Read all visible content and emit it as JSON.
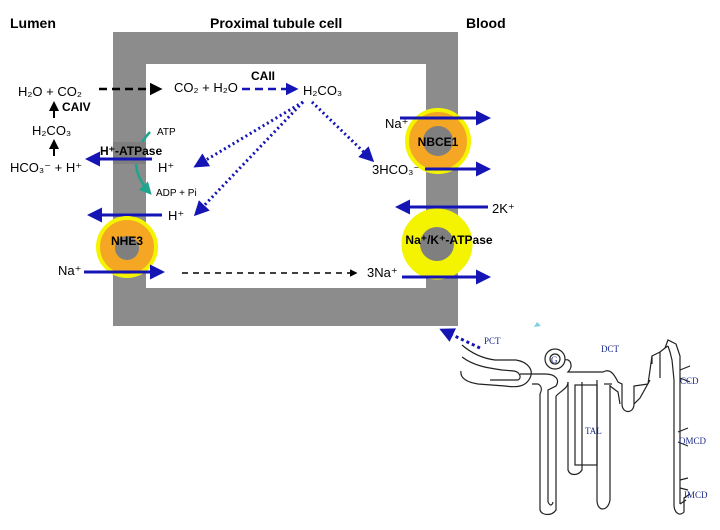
{
  "headers": {
    "lumen": "Lumen",
    "cell": "Proximal tubule cell",
    "blood": "Blood"
  },
  "lumen_side": {
    "reaction_top": "H₂O + CO₂",
    "enzyme_caiv": "CAIV",
    "h2co3": "H₂CO₃",
    "hco3_h": "HCO₃⁻ + H⁺",
    "na": "Na⁺"
  },
  "cell_interior": {
    "co2_h2o": "CO₂ + H₂O",
    "enzyme_caii": "CAII",
    "h2co3": "H₂CO₃",
    "atp": "ATP",
    "adp_pi": "ADP + Pi",
    "h_plus_1": "H⁺",
    "h_plus_2": "H⁺",
    "hco3_3": "3HCO₃⁻",
    "na_3": "3Na⁺"
  },
  "blood_side": {
    "na": "Na⁺",
    "k2": "2K⁺"
  },
  "transporters": {
    "h_atpase": "H⁺-ATPase",
    "nhe3": "NHE3",
    "nbce1": "NBCE1",
    "na_k_atpase": "Na⁺/K⁺-ATPase"
  },
  "nephron": {
    "pct": "PCT",
    "g": "G",
    "dct": "DCT",
    "tal": "TAL",
    "ccd": "CCD",
    "omcd": "OMCD",
    "imcd": "IMCD"
  },
  "colors": {
    "cell_wall": "#8c8c8c",
    "arrow_blue": "#1515b5",
    "transporter_orange": "#f5a623",
    "transporter_yellow": "#f4f400",
    "transporter_core": "#7f7f7f",
    "atp_arc": "#1fa58f",
    "nephron_label": "#1a2a8a"
  }
}
